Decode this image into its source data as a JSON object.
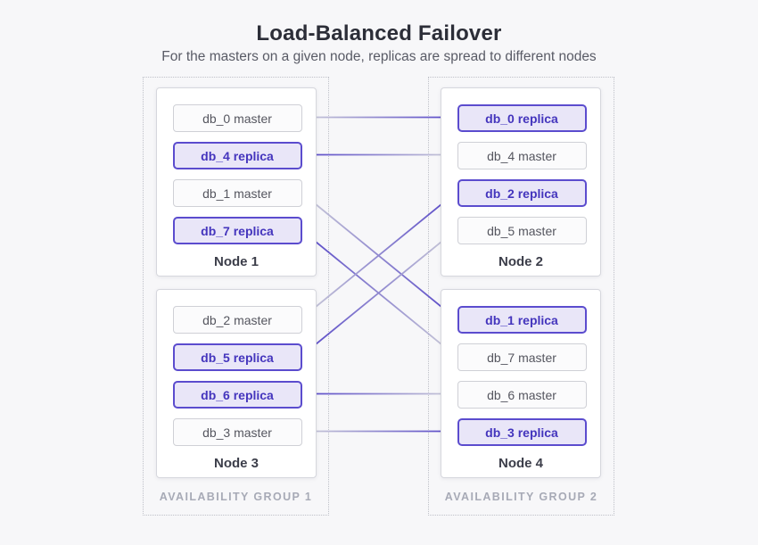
{
  "title": "Load-Balanced Failover",
  "subtitle": "For the masters on a given node, replicas are spread to different nodes",
  "colors": {
    "line_start": "#cdced8",
    "line_end": "#5646c8",
    "arrowhead": "#4c3cc6",
    "replica_border": "#5b4cce",
    "replica_text": "#4435bd",
    "replica_bg": "#e9e6f8",
    "master_text": "#55565f",
    "master_border": "#cfd0d6"
  },
  "groups": [
    {
      "label": "AVAILABILITY GROUP 1",
      "nodes": [
        {
          "label": "Node 1",
          "items": [
            {
              "label": "db_0 master",
              "type": "master"
            },
            {
              "label": "db_4 replica",
              "type": "replica"
            },
            {
              "label": "db_1 master",
              "type": "master"
            },
            {
              "label": "db_7 replica",
              "type": "replica"
            }
          ]
        },
        {
          "label": "Node 3",
          "items": [
            {
              "label": "db_2 master",
              "type": "master"
            },
            {
              "label": "db_5 replica",
              "type": "replica"
            },
            {
              "label": "db_6 replica",
              "type": "replica"
            },
            {
              "label": "db_3 master",
              "type": "master"
            }
          ]
        }
      ]
    },
    {
      "label": "AVAILABILITY GROUP 2",
      "nodes": [
        {
          "label": "Node 2",
          "items": [
            {
              "label": "db_0 replica",
              "type": "replica"
            },
            {
              "label": "db_4 master",
              "type": "master"
            },
            {
              "label": "db_2 replica",
              "type": "replica"
            },
            {
              "label": "db_5 master",
              "type": "master"
            }
          ]
        },
        {
          "label": "Node 4",
          "items": [
            {
              "label": "db_1 replica",
              "type": "replica"
            },
            {
              "label": "db_7 master",
              "type": "master"
            },
            {
              "label": "db_6 master",
              "type": "master"
            },
            {
              "label": "db_3 replica",
              "type": "replica"
            }
          ]
        }
      ]
    }
  ],
  "connections": [
    {
      "db": "db_0",
      "from": {
        "node": "Node 1",
        "row": 0
      },
      "to": {
        "node": "Node 2",
        "row": 0
      }
    },
    {
      "db": "db_4",
      "from": {
        "node": "Node 2",
        "row": 1
      },
      "to": {
        "node": "Node 1",
        "row": 1
      }
    },
    {
      "db": "db_1",
      "from": {
        "node": "Node 1",
        "row": 2
      },
      "to": {
        "node": "Node 4",
        "row": 0
      }
    },
    {
      "db": "db_7",
      "from": {
        "node": "Node 4",
        "row": 1
      },
      "to": {
        "node": "Node 1",
        "row": 3
      }
    },
    {
      "db": "db_2",
      "from": {
        "node": "Node 3",
        "row": 0
      },
      "to": {
        "node": "Node 2",
        "row": 2
      }
    },
    {
      "db": "db_5",
      "from": {
        "node": "Node 2",
        "row": 3
      },
      "to": {
        "node": "Node 3",
        "row": 1
      }
    },
    {
      "db": "db_6",
      "from": {
        "node": "Node 4",
        "row": 2
      },
      "to": {
        "node": "Node 3",
        "row": 2
      }
    },
    {
      "db": "db_3",
      "from": {
        "node": "Node 3",
        "row": 3
      },
      "to": {
        "node": "Node 4",
        "row": 3
      }
    }
  ]
}
